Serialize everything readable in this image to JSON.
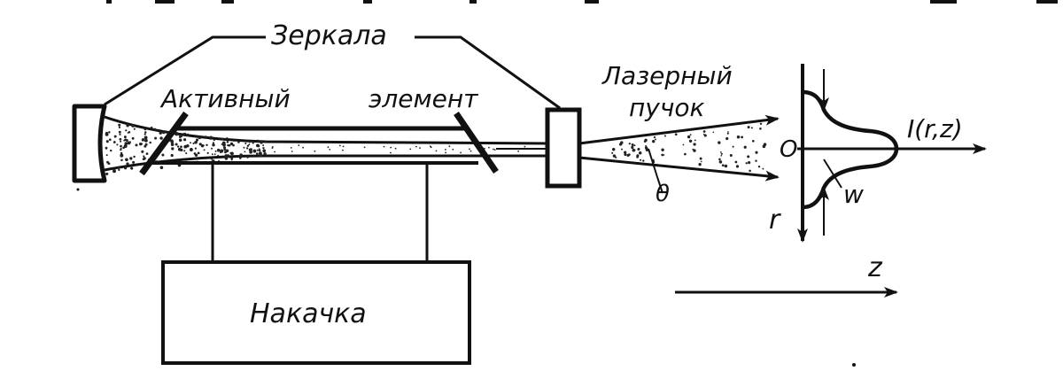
{
  "labels": {
    "mirrors": "Зеркала",
    "active_element": "Активный",
    "element_word": "элемент",
    "laser_beam_line1": "Лазерный",
    "laser_beam_line2": "пучок",
    "pump": "Накачка",
    "intensity": "I(r,z)",
    "theta": "θ",
    "waist": "w",
    "origin": "O",
    "radial_axis": "r",
    "propagation_axis": "z"
  }
}
